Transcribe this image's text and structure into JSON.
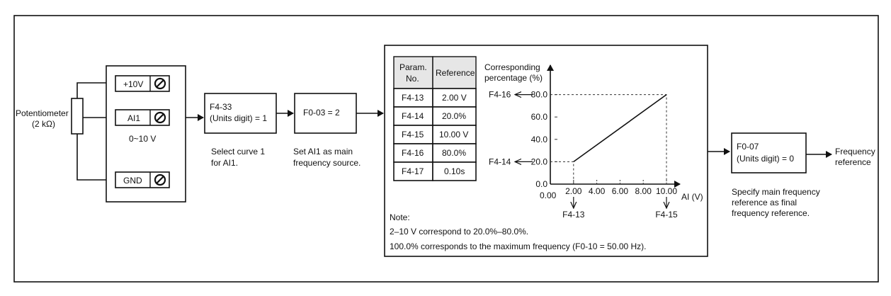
{
  "potentiometer": {
    "label": "Potentiometer",
    "value": "(2 kΩ)"
  },
  "terminals": {
    "t1": "+10V",
    "t2": "AI1",
    "t3": "GND",
    "range": "0~10 V"
  },
  "block1": {
    "line1": "F4-33",
    "line2": "(Units digit) = 1",
    "caption1": "Select curve 1",
    "caption2": "for AI1."
  },
  "block2": {
    "text": "F0-03  = 2",
    "caption1": "Set AI1 as main",
    "caption2": "frequency source."
  },
  "table": {
    "header_param_1": "Param.",
    "header_param_2": "No.",
    "header_ref": "Reference",
    "rows": [
      {
        "param": "F4-13",
        "ref": "2.00 V"
      },
      {
        "param": "F4-14",
        "ref": "20.0%"
      },
      {
        "param": "F4-15",
        "ref": "10.00 V"
      },
      {
        "param": "F4-16",
        "ref": "80.0%"
      },
      {
        "param": "F4-17",
        "ref": "0.10s"
      }
    ]
  },
  "chart_data": {
    "type": "line",
    "ylabel_1": "Corresponding",
    "ylabel_2": "percentage (%)",
    "xlabel": "AI (V)",
    "x_ticks": [
      "2.00",
      "4.00",
      "6.00",
      "8.00",
      "10.00"
    ],
    "x_origin_label": "0.00",
    "y_ticks": [
      "0.0",
      "20.0",
      "40.0",
      "60.0",
      "80.0"
    ],
    "xlim": [
      0,
      11.5
    ],
    "ylim": [
      0,
      100
    ],
    "series": [
      {
        "x": [
          2.0,
          10.0
        ],
        "y": [
          20.0,
          80.0
        ]
      }
    ],
    "annotations": {
      "y_high": "F4-16",
      "y_low": "F4-14",
      "x_low": "F4-13",
      "x_high": "F4-15"
    }
  },
  "note": {
    "title": "Note:",
    "line1": "2–10 V correspond to 20.0%–80.0%.",
    "line2": "100.0% corresponds to the maximum frequency (F0-10 = 50.00 Hz)."
  },
  "block3": {
    "line1": "F0-07",
    "line2": "(Units digit) = 0",
    "caption1": "Specify main frequency",
    "caption2": "reference as final",
    "caption3": "frequency reference."
  },
  "output": {
    "line1": "Frequency",
    "line2": "reference"
  }
}
